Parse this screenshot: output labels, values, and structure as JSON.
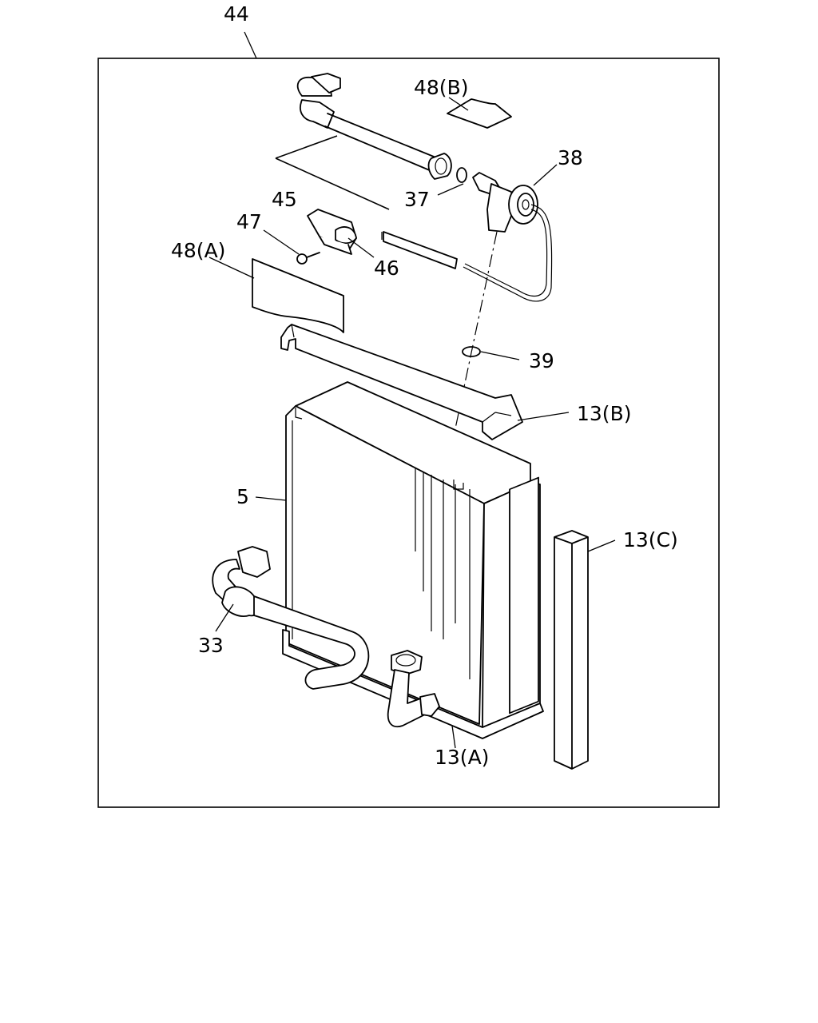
{
  "diagram": {
    "labels": {
      "p44": "44",
      "p48b": "48(B)",
      "p38": "38",
      "p37": "37",
      "p45": "45",
      "p47": "47",
      "p46": "46",
      "p48a": "48(A)",
      "p39": "39",
      "p13b": "13(B)",
      "p5": "5",
      "p13c": "13(C)",
      "p33": "33",
      "p13a": "13(A)"
    }
  }
}
